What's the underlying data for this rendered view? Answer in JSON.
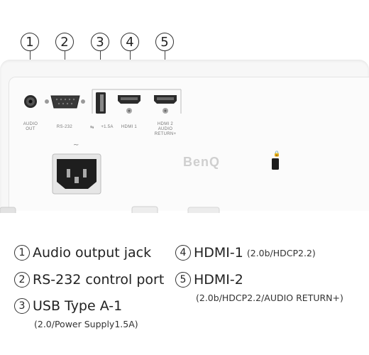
{
  "callouts": [
    "1",
    "2",
    "3",
    "4",
    "5"
  ],
  "port_labels": {
    "audio": "AUDIO OUT",
    "rs232": "RS-232",
    "usb": "+1.5A",
    "hdmi1": "HDMI 1",
    "hdmi2": "HDMI 2 AUDIO RETURN+"
  },
  "brand": "BenQ",
  "legend": [
    {
      "num": "1",
      "title": "Audio output jack"
    },
    {
      "num": "2",
      "title": "RS-232 control port"
    },
    {
      "num": "3",
      "title": "USB Type A-1",
      "detail": "(2.0/Power Supply1.5A)"
    },
    {
      "num": "4",
      "title": "HDMI-1",
      "detail": "(2.0b/HDCP2.2)"
    },
    {
      "num": "5",
      "title": "HDMI-2",
      "detail": "(2.0b/HDCP2.2/AUDIO RETURN+)"
    }
  ]
}
